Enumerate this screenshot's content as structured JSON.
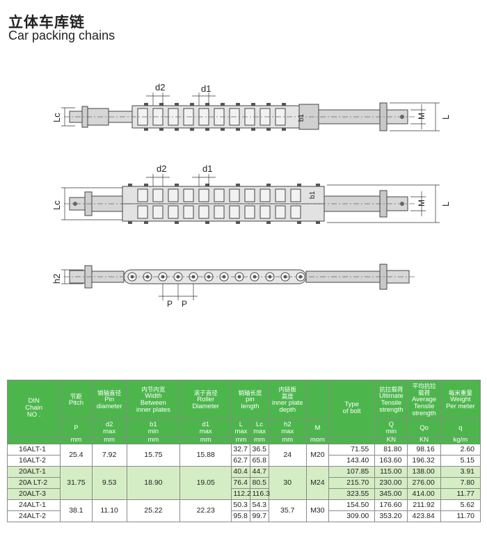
{
  "title_cn": "立体车库链",
  "title_en": "Car packing chains",
  "drawing": {
    "labels": {
      "d2": "d2",
      "d1": "d1",
      "Lc": "Lc",
      "L": "L",
      "M": "M",
      "b1": "b1",
      "h2": "h2",
      "P": "P"
    }
  },
  "table": {
    "header": {
      "din": "DIN\nChain\nNO .",
      "pitch_cn": "节距",
      "pitch_en": "Pitch",
      "pitch_sym": "P",
      "pitch_unit": "mm",
      "d2_cn": "销轴直径",
      "d2_en": "Pin\ndiameter",
      "d2_sym": "d2\nmax",
      "d2_unit": "mm",
      "b1_cn": "内节内宽",
      "b1_en": "Width\nBetween\ninner plates",
      "b1_sym": "b1\nmin",
      "b1_unit": "mm",
      "d1_cn": "滚子直径",
      "d1_en": "Roller\nDiameter",
      "d1_sym": "d1\nmax",
      "d1_unit": "mm",
      "pin_cn": "销轴长度",
      "pin_en": "pin\nlength",
      "L_sym": "L\nmax",
      "Lc_sym": "Lc\nmax",
      "L_unit": "mm",
      "Lc_unit": "mm",
      "h2_cn": "内链板\n高度",
      "h2_en": "inner plate\ndepth",
      "h2_sym": "h2\nmax",
      "h2_unit": "mm",
      "M_sym": "M",
      "M_unit": "mom",
      "bolt_en": "Type\nof bolt",
      "Q_cn": "抗拉载荷",
      "Q_en": "Ultimate\nTensile\nstrength",
      "Q_sym": "Q\nmin",
      "Q_unit": "KN",
      "Qo_cn": "平均抗拉\n载荷",
      "Qo_en": "Average\nTensile\nstrength",
      "Qo_sym": "Qo",
      "Qo_unit": "KN",
      "q_cn": "每米重量",
      "q_en": "Weight\nPer meter",
      "q_sym": "q",
      "q_unit": "kg/m"
    },
    "rows": [
      {
        "chain": "16ALT-1",
        "L": "32.7",
        "Lc": "36.5",
        "bolt": "71.55",
        "Q": "81.80",
        "Qo": "98.16",
        "q": "2.60"
      },
      {
        "chain": "16ALT-2",
        "L": "62.7",
        "Lc": "65.8",
        "bolt": "143.40",
        "Q": "163.60",
        "Qo": "196.32",
        "q": "5.15"
      },
      {
        "chain": "20ALT-1",
        "L": "40.4",
        "Lc": "44.7",
        "bolt": "107.85",
        "Q": "115.00",
        "Qo": "138.00",
        "q": "3.91"
      },
      {
        "chain": "20A LT-2",
        "L": "76.4",
        "Lc": "80.5",
        "bolt": "215.70",
        "Q": "230.00",
        "Qo": "276.00",
        "q": "7.80"
      },
      {
        "chain": "20ALT-3",
        "L": "112.2",
        "Lc": "116.3",
        "bolt": "323.55",
        "Q": "345.00",
        "Qo": "414.00",
        "q": "11.77"
      },
      {
        "chain": "24ALT-1",
        "L": "50.3",
        "Lc": "54.3",
        "bolt": "154.50",
        "Q": "176.60",
        "Qo": "211.92",
        "q": "5.62"
      },
      {
        "chain": "24ALT-2",
        "L": "95.8",
        "Lc": "99.7",
        "bolt": "309.00",
        "Q": "353.20",
        "Qo": "423.84",
        "q": "11.70"
      }
    ],
    "groups": [
      {
        "pitch": "25.4",
        "d2": "7.92",
        "b1": "15.75",
        "d1": "15.88",
        "h2": "24",
        "M": "M20"
      },
      {
        "pitch": "31.75",
        "d2": "9.53",
        "b1": "18.90",
        "d1": "19.05",
        "h2": "30",
        "M": "M24"
      },
      {
        "pitch": "38.1",
        "d2": "11.10",
        "b1": "25.22",
        "d1": "22.23",
        "h2": "35.7",
        "M": "M30"
      }
    ]
  }
}
